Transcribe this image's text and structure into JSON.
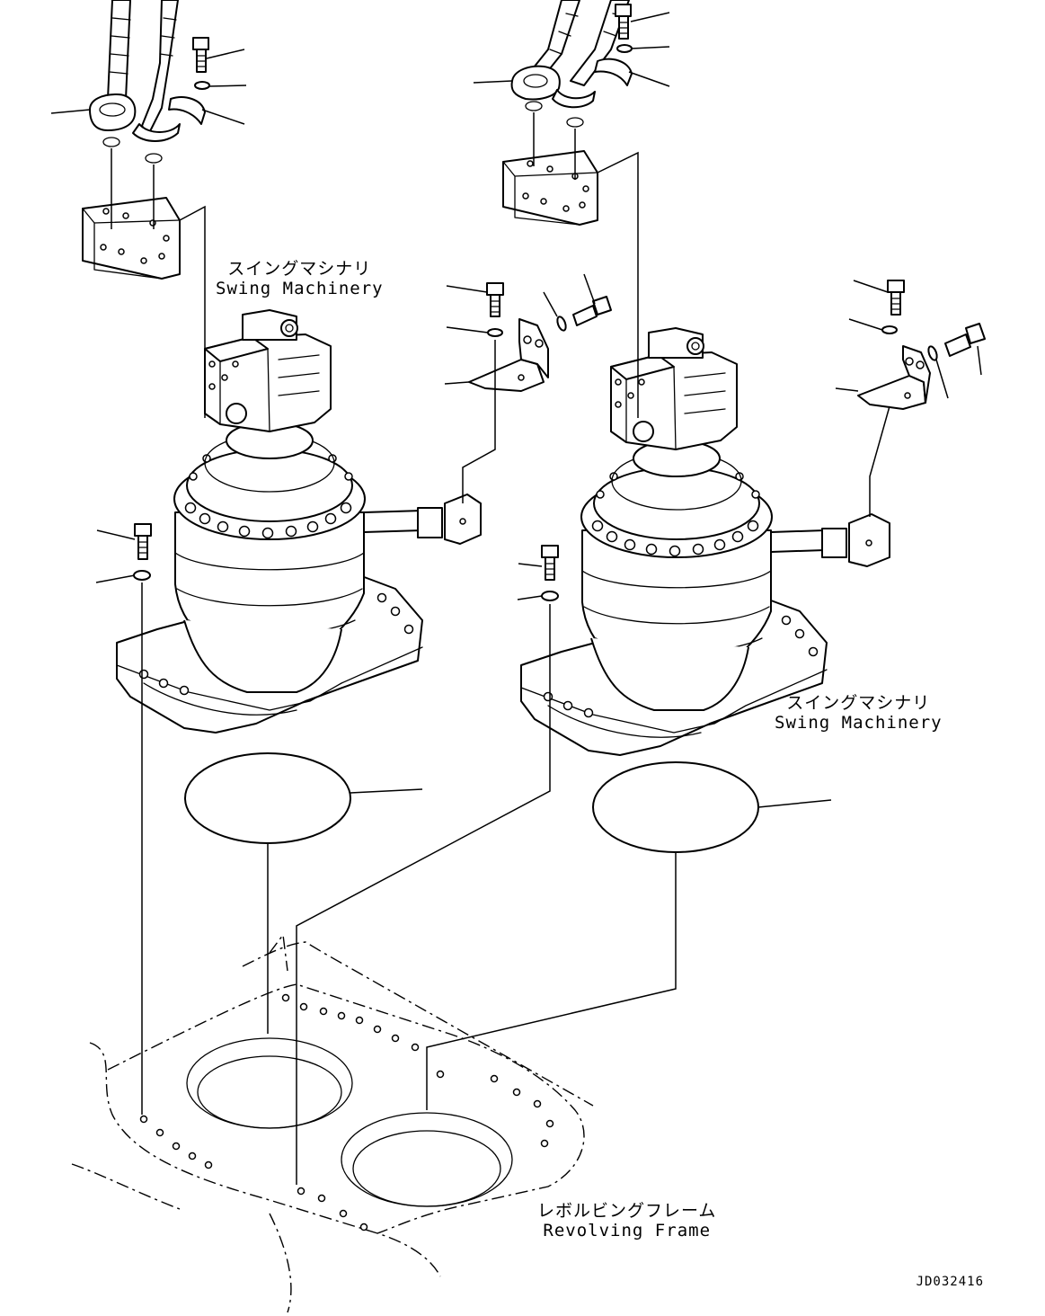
{
  "labels": {
    "swing_machinery_left": {
      "jp": "スイングマシナリ",
      "en": "Swing Machinery"
    },
    "swing_machinery_right": {
      "jp": "スイングマシナリ",
      "en": "Swing Machinery"
    },
    "revolving_frame": {
      "jp": "レボルビングフレーム",
      "en": "Revolving Frame"
    }
  },
  "drawing_code": "JD032416"
}
